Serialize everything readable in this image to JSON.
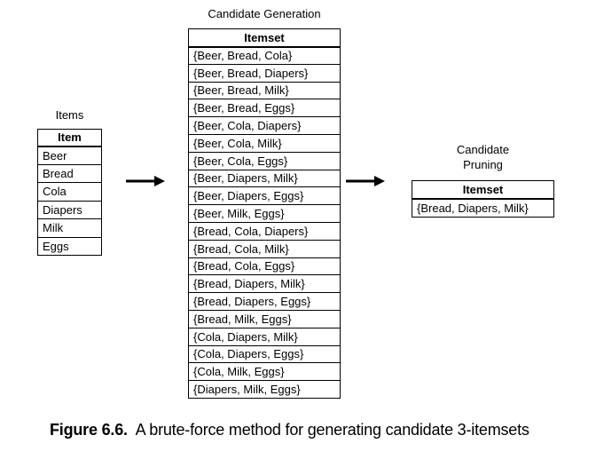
{
  "items_panel": {
    "title": "Items",
    "header": "Item",
    "rows": [
      "Beer",
      "Bread",
      "Cola",
      "Diapers",
      "Milk",
      "Eggs"
    ]
  },
  "generation_panel": {
    "title": "Candidate Generation",
    "header": "Itemset",
    "rows": [
      "{Beer, Bread, Cola}",
      "{Beer, Bread, Diapers}",
      "{Beer, Bread, Milk}",
      "{Beer, Bread, Eggs}",
      "{Beer, Cola, Diapers}",
      "{Beer, Cola, Milk}",
      "{Beer, Cola, Eggs}",
      "{Beer, Diapers, Milk}",
      "{Beer, Diapers, Eggs}",
      "{Beer, Milk, Eggs}",
      "{Bread, Cola, Diapers}",
      "{Bread, Cola, Milk}",
      "{Bread, Cola, Eggs}",
      "{Bread, Diapers, Milk}",
      "{Bread, Diapers, Eggs}",
      "{Bread, Milk, Eggs}",
      "{Cola, Diapers, Milk}",
      "{Cola, Diapers, Eggs}",
      "{Cola, Milk, Eggs}",
      "{Diapers, Milk, Eggs}"
    ]
  },
  "pruning_panel": {
    "title_line1": "Candidate",
    "title_line2": "Pruning",
    "header": "Itemset",
    "rows": [
      "{Bread, Diapers, Milk}"
    ]
  },
  "caption": {
    "figure_number": "Figure 6.6.",
    "text": "A brute-force method for generating candidate 3-itemsets"
  }
}
